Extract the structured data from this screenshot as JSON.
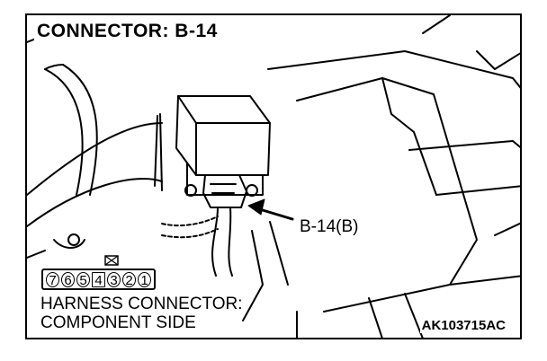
{
  "figure": {
    "title": "CONNECTOR: B-14",
    "callout_label": "B-14(B)",
    "connector_pins": [
      "7",
      "6",
      "5",
      "4",
      "3",
      "2",
      "1"
    ],
    "caption_line1": "HARNESS CONNECTOR:",
    "caption_line2": "COMPONENT SIDE",
    "figure_code": "AK103715AC"
  }
}
